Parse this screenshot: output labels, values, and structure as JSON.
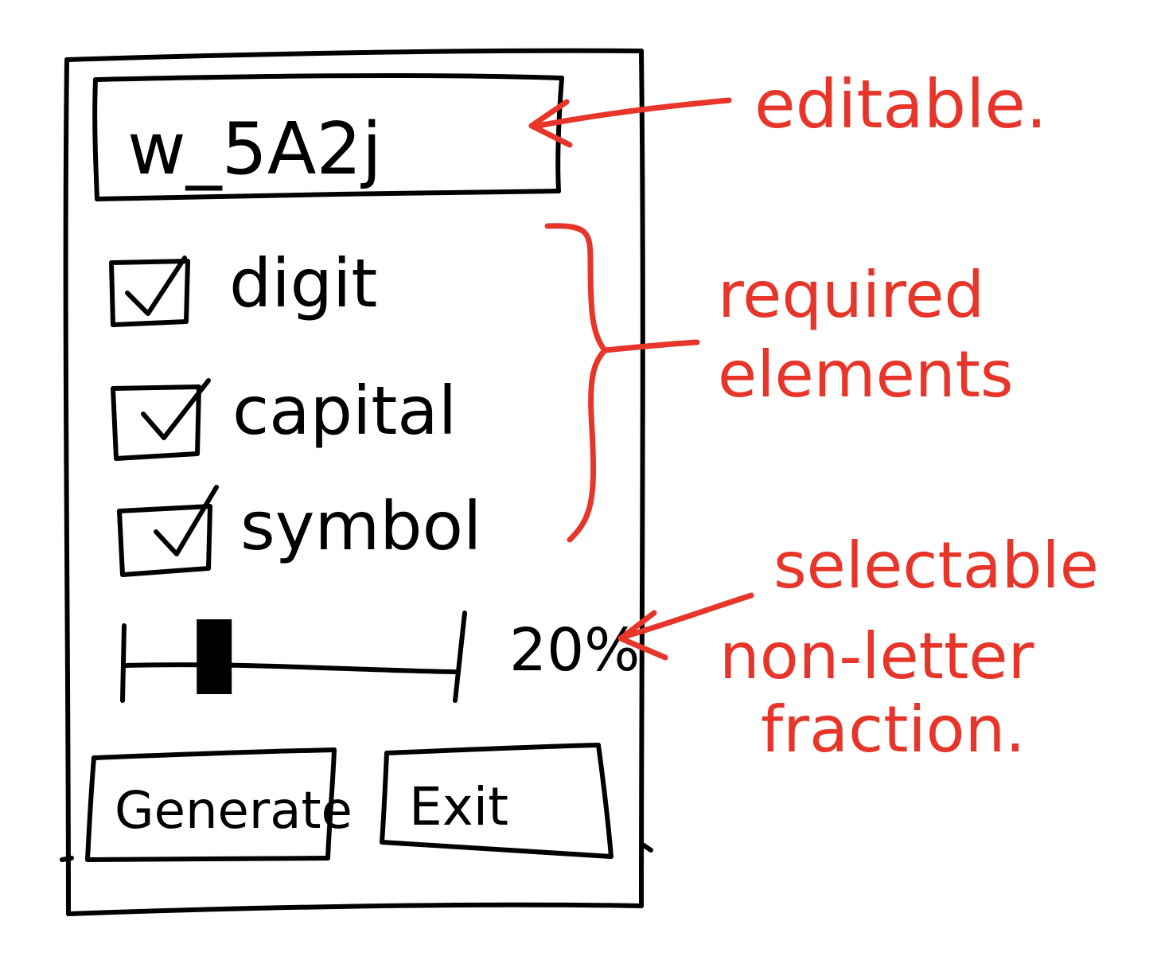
{
  "colors": {
    "ink": "#000000",
    "annotation": "#e8352a",
    "paper": "#ffffff"
  },
  "password_field": {
    "value": "w_5A2j"
  },
  "options": [
    {
      "label": "digit",
      "checked": true
    },
    {
      "label": "capital",
      "checked": true
    },
    {
      "label": "symbol",
      "checked": true
    }
  ],
  "slider": {
    "value_fraction": 0.2,
    "value_label": "20%"
  },
  "buttons": {
    "generate": "Generate",
    "exit": "Exit"
  },
  "annotations": {
    "editable": "editable.",
    "required_line1": "required",
    "required_line2": "elements",
    "selectable_line1": "selectable",
    "selectable_line2": "non-letter",
    "selectable_line3": "fraction."
  }
}
